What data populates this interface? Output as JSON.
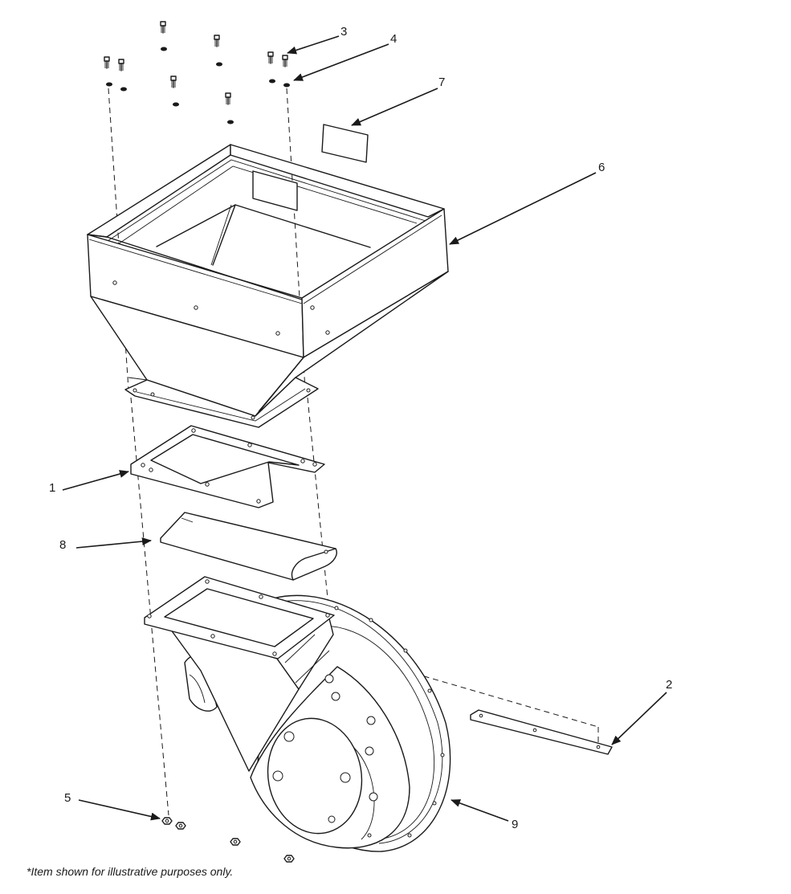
{
  "callouts": [
    "1",
    "2",
    "3",
    "4",
    "5",
    "6",
    "7",
    "8",
    "9"
  ],
  "footnote": "*Item shown for illustrative purposes only."
}
